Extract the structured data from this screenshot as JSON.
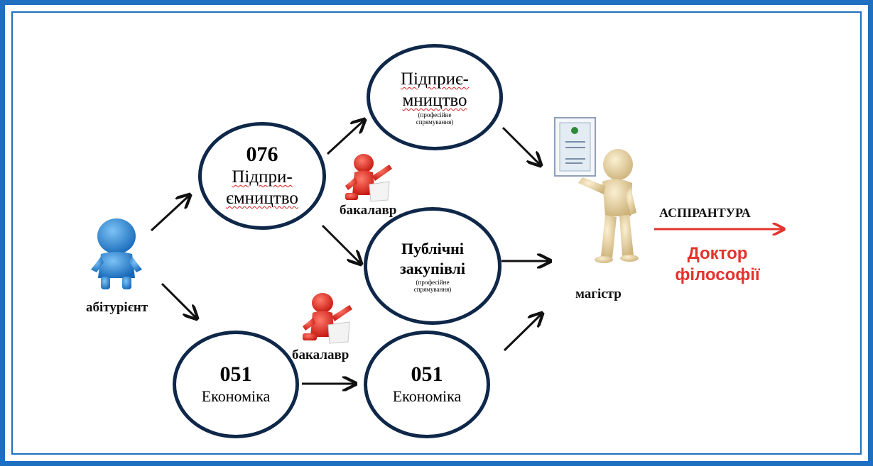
{
  "nodes": {
    "abiturient": "абітурієнт",
    "pidpr_bach": {
      "code": "076",
      "line1": "Підпри-",
      "line2": "ємництво"
    },
    "pidpr_mag": {
      "line1": "Підприє-",
      "line2": "мництво",
      "note1": "(професійне",
      "note2": "спрямування)"
    },
    "publ": {
      "line1": "Публічні",
      "line2": "закупівлі",
      "note1": "(професійне",
      "note2": "спрямування)"
    },
    "econ_bach": {
      "code": "051",
      "name": "Економіка"
    },
    "econ_mag": {
      "code": "051",
      "name": "Економіка"
    }
  },
  "labels": {
    "bachelor_top": "бакалавр",
    "bachelor_bottom": "бакалавр",
    "master": "магістр",
    "postgrad": "АСПІРАНТУРА",
    "doctor_line1": "Доктор",
    "doctor_line2": "філософії"
  },
  "colors": {
    "frame": "#1f6fc1",
    "circle_border": "#0f2748",
    "arrow": "#111111",
    "accent_red": "#e3332c",
    "applicant_figure": "#2a86d6",
    "bachelor_figure": "#e1261c",
    "master_figure": "#e8d2a0"
  }
}
